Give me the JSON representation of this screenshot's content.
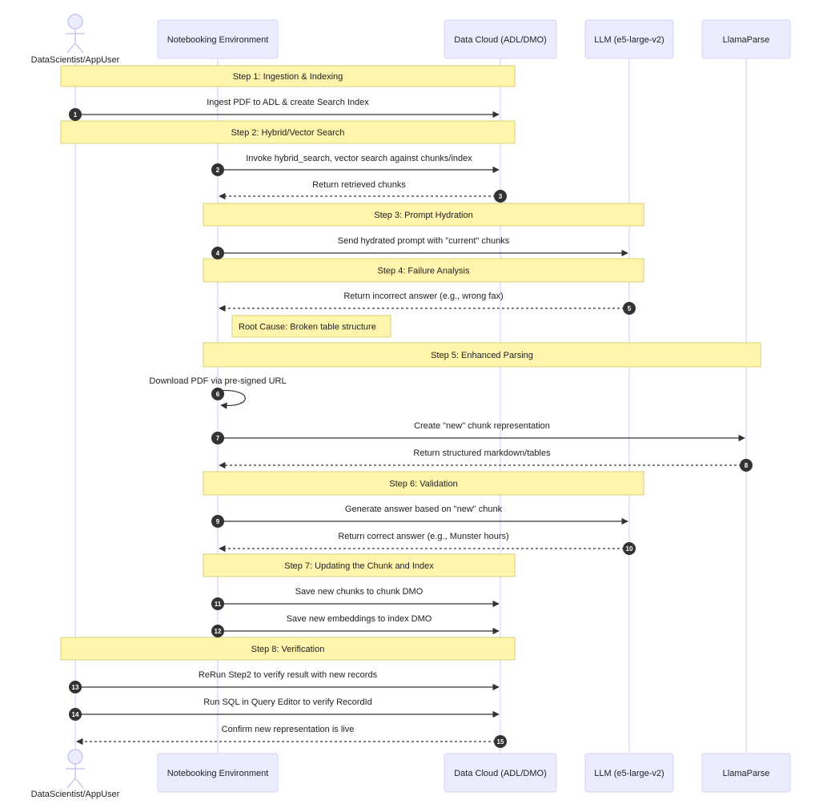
{
  "participants": [
    {
      "id": "user",
      "label": "DataScientist/AppUser",
      "type": "actor",
      "icon": "stick-figure-icon"
    },
    {
      "id": "nb",
      "label": "Notebooking Environment",
      "type": "box"
    },
    {
      "id": "dc",
      "label": "Data Cloud (ADL/DMO)",
      "type": "box"
    },
    {
      "id": "llm",
      "label": "LLM (e5-large-v2)",
      "type": "box"
    },
    {
      "id": "lp",
      "label": "LlamaParse",
      "type": "box"
    }
  ],
  "steps": [
    {
      "type": "note",
      "from": "user",
      "to": "dc",
      "text": "Step 1: Ingestion & Indexing"
    },
    {
      "type": "msg",
      "n": "1",
      "from": "user",
      "to": "dc",
      "style": "solid",
      "text": "Ingest PDF to ADL & create Search Index"
    },
    {
      "type": "note",
      "from": "user",
      "to": "dc",
      "text": "Step 2: Hybrid/Vector Search"
    },
    {
      "type": "msg",
      "n": "2",
      "from": "nb",
      "to": "dc",
      "style": "solid",
      "text": "Invoke hybrid_search, vector search against chunks/index"
    },
    {
      "type": "msg",
      "n": "3",
      "from": "dc",
      "to": "nb",
      "style": "dashed",
      "text": "Return retrieved chunks"
    },
    {
      "type": "note",
      "from": "nb",
      "to": "llm",
      "text": "Step 3: Prompt Hydration"
    },
    {
      "type": "msg",
      "n": "4",
      "from": "nb",
      "to": "llm",
      "style": "solid",
      "text": "Send hydrated prompt with \"current\" chunks"
    },
    {
      "type": "note",
      "from": "nb",
      "to": "llm",
      "text": "Step 4: Failure Analysis"
    },
    {
      "type": "msg",
      "n": "5",
      "from": "llm",
      "to": "nb",
      "style": "dashed",
      "text": "Return incorrect answer (e.g., wrong fax)"
    },
    {
      "type": "note",
      "over": "nb",
      "text": "Root Cause: Broken table structure"
    },
    {
      "type": "note",
      "from": "nb",
      "to": "lp",
      "text": "Step 5: Enhanced Parsing"
    },
    {
      "type": "msg",
      "n": "6",
      "from": "nb",
      "to": "nb",
      "style": "solid",
      "text": "Download PDF via pre-signed URL"
    },
    {
      "type": "msg",
      "n": "7",
      "from": "nb",
      "to": "lp",
      "style": "solid",
      "text": "Create \"new\" chunk representation"
    },
    {
      "type": "msg",
      "n": "8",
      "from": "lp",
      "to": "nb",
      "style": "dashed",
      "text": "Return structured markdown/tables"
    },
    {
      "type": "note",
      "from": "nb",
      "to": "llm",
      "text": "Step 6: Validation"
    },
    {
      "type": "msg",
      "n": "9",
      "from": "nb",
      "to": "llm",
      "style": "solid",
      "text": "Generate answer based on \"new\" chunk"
    },
    {
      "type": "msg",
      "n": "10",
      "from": "llm",
      "to": "nb",
      "style": "dashed",
      "text": "Return correct answer (e.g., Munster hours)"
    },
    {
      "type": "note",
      "from": "nb",
      "to": "dc",
      "text": "Step 7: Updating the Chunk and Index"
    },
    {
      "type": "msg",
      "n": "11",
      "from": "nb",
      "to": "dc",
      "style": "solid",
      "text": "Save new chunks to chunk DMO"
    },
    {
      "type": "msg",
      "n": "12",
      "from": "nb",
      "to": "dc",
      "style": "solid",
      "text": "Save new embeddings to index DMO"
    },
    {
      "type": "note",
      "from": "user",
      "to": "dc",
      "text": "Step 8: Verification"
    },
    {
      "type": "msg",
      "n": "13",
      "from": "user",
      "to": "dc",
      "style": "solid",
      "text": "ReRun Step2 to verify result with new records"
    },
    {
      "type": "msg",
      "n": "14",
      "from": "user",
      "to": "dc",
      "style": "solid",
      "text": "Run SQL in Query Editor to verify RecordId"
    },
    {
      "type": "msg",
      "n": "15",
      "from": "dc",
      "to": "user",
      "style": "dashed",
      "text": "Confirm new representation is live"
    }
  ],
  "colors": {
    "actor_fill": "#ececff",
    "actor_stroke": "#d4d4f7",
    "note_fill": "#fff5ad",
    "note_stroke": "#d9cf76",
    "line": "#333333"
  }
}
